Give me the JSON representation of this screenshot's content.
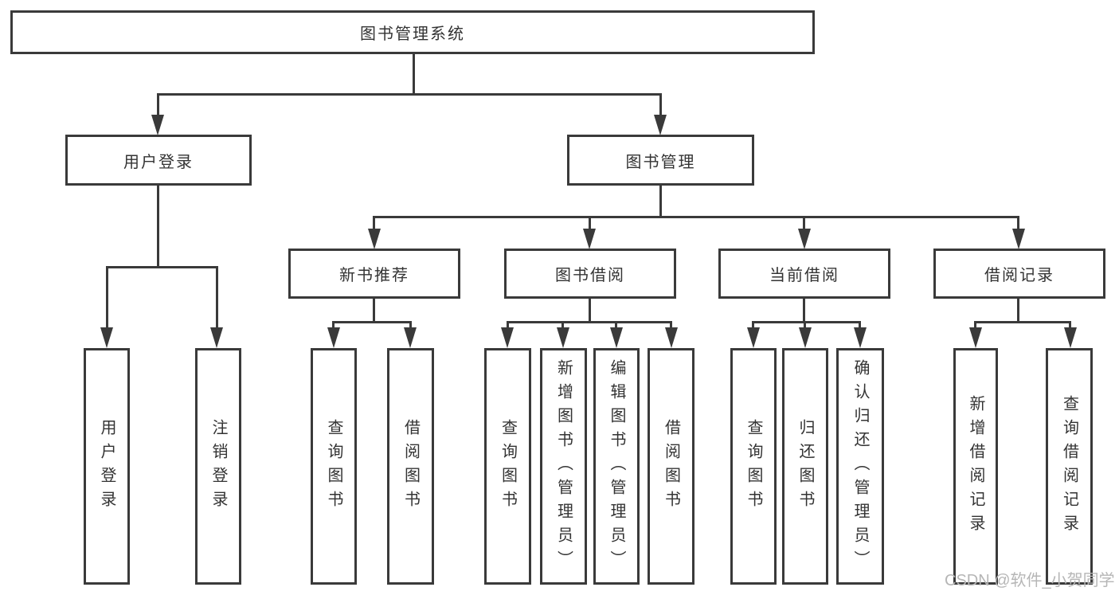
{
  "root": {
    "label": "图书管理系统"
  },
  "branches": {
    "user_login": {
      "label": "用户登录",
      "children": [
        "用户登录",
        "注销登录"
      ]
    },
    "book_management": {
      "label": "图书管理",
      "sections": [
        {
          "label": "新书推荐",
          "children": [
            "查询图书",
            "借阅图书"
          ]
        },
        {
          "label": "图书借阅",
          "children": [
            "查询图书",
            "新增图书（管理员）",
            "编辑图书（管理员）",
            "借阅图书"
          ]
        },
        {
          "label": "当前借阅",
          "children": [
            "查询图书",
            "归还图书",
            "确认归还（管理员）"
          ]
        },
        {
          "label": "借阅记录",
          "children": [
            "新增借阅记录",
            "查询借阅记录"
          ]
        }
      ]
    }
  },
  "watermark": {
    "text": "CSDN @软件_小贺同学"
  },
  "colors": {
    "line": "#3a3a3a",
    "text": "#333333",
    "watermark": "#b6b6b6",
    "background": "#ffffff"
  }
}
